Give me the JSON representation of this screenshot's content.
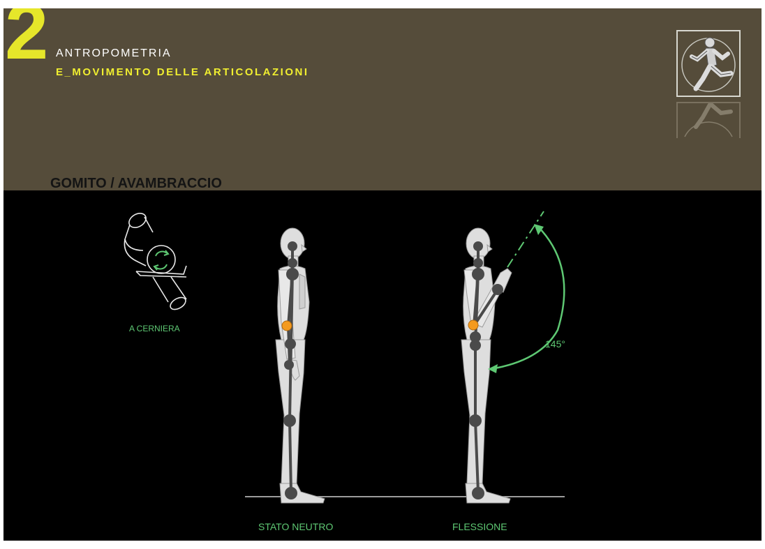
{
  "header": {
    "chapter_number": "2",
    "title_line_1": "ANTROPOMETRIA",
    "title_line_2": "E_MOVIMENTO DELLE ARTICOLAZIONI",
    "logo_icon": "running-figure-icon"
  },
  "section": {
    "heading": "GOMITO / AVAMBRACCIO"
  },
  "joint_diagram": {
    "label": "A CERNIERA",
    "icon": "hinge-joint-icon"
  },
  "figures": [
    {
      "caption": "STATO NEUTRO"
    },
    {
      "caption": "FLESSIONE",
      "angle_label": "145°"
    }
  ],
  "colors": {
    "header_band": "#554c3a",
    "accent_yellow": "#f0ee30",
    "accent_green": "#5ec873",
    "joint_orange": "#f49a1e",
    "background": "#000000"
  }
}
